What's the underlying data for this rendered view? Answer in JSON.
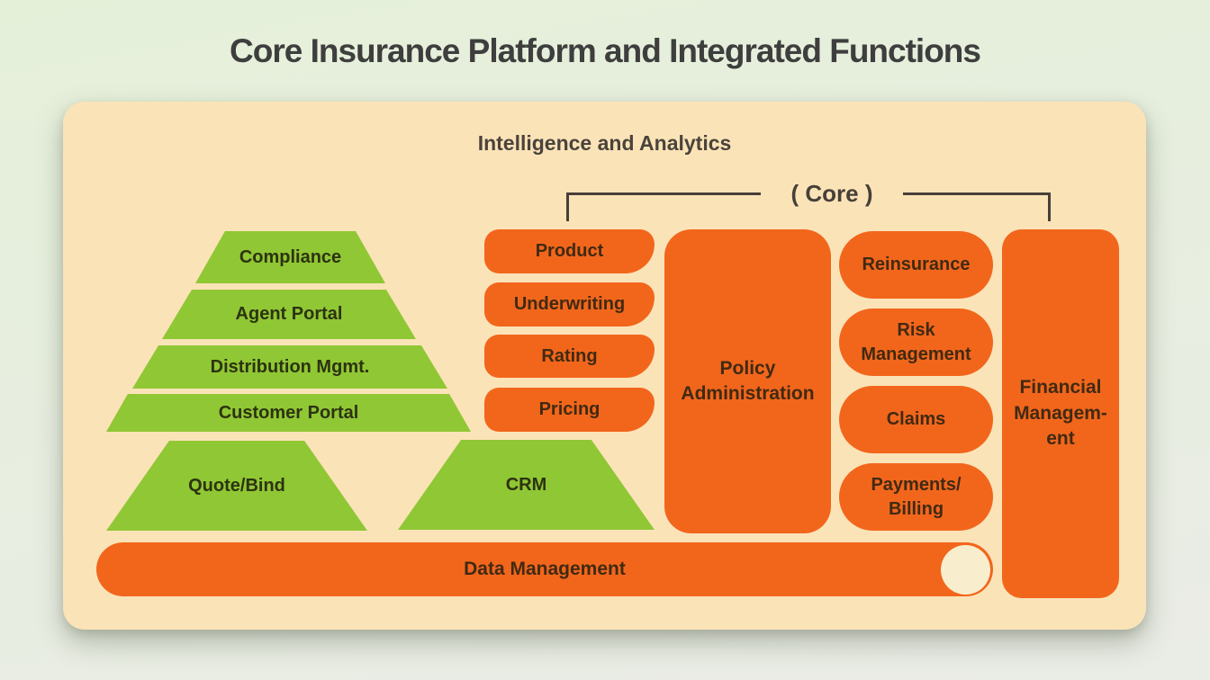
{
  "title": "Core Insurance Platform and Integrated Functions",
  "panel": {
    "header": "Intelligence and Analytics",
    "core_label": "( Core )"
  },
  "green_shapes": {
    "compliance": "Compliance",
    "agent_portal": "Agent Portal",
    "distribution_mgmt": "Distribution Mgmt.",
    "customer_portal": "Customer Portal",
    "quote_bind": "Quote/Bind",
    "crm": "CRM"
  },
  "orange_shapes": {
    "product": "Product",
    "underwriting": "Underwriting",
    "rating": "Rating",
    "pricing": "Pricing",
    "policy_administration": "Policy\nAdministration",
    "reinsurance": "Reinsurance",
    "risk_management": "Risk\nManagement",
    "claims": "Claims",
    "payments_billing": "Payments/\nBilling",
    "financial_management": "Financial\nManagem-\nent",
    "data_management": "Data Management"
  },
  "colors": {
    "background_top": "#E5F0D9",
    "background_bottom": "#EAECE6",
    "panel_bg": "#FBE3B8",
    "green": "#90C734",
    "orange": "#F2661C",
    "title_text": "#3E3E3E",
    "header_text": "#4A433C",
    "green_text": "#2C3310",
    "orange_text": "#402A12",
    "bracket": "#474038",
    "circle_fill": "#F8EECD"
  }
}
